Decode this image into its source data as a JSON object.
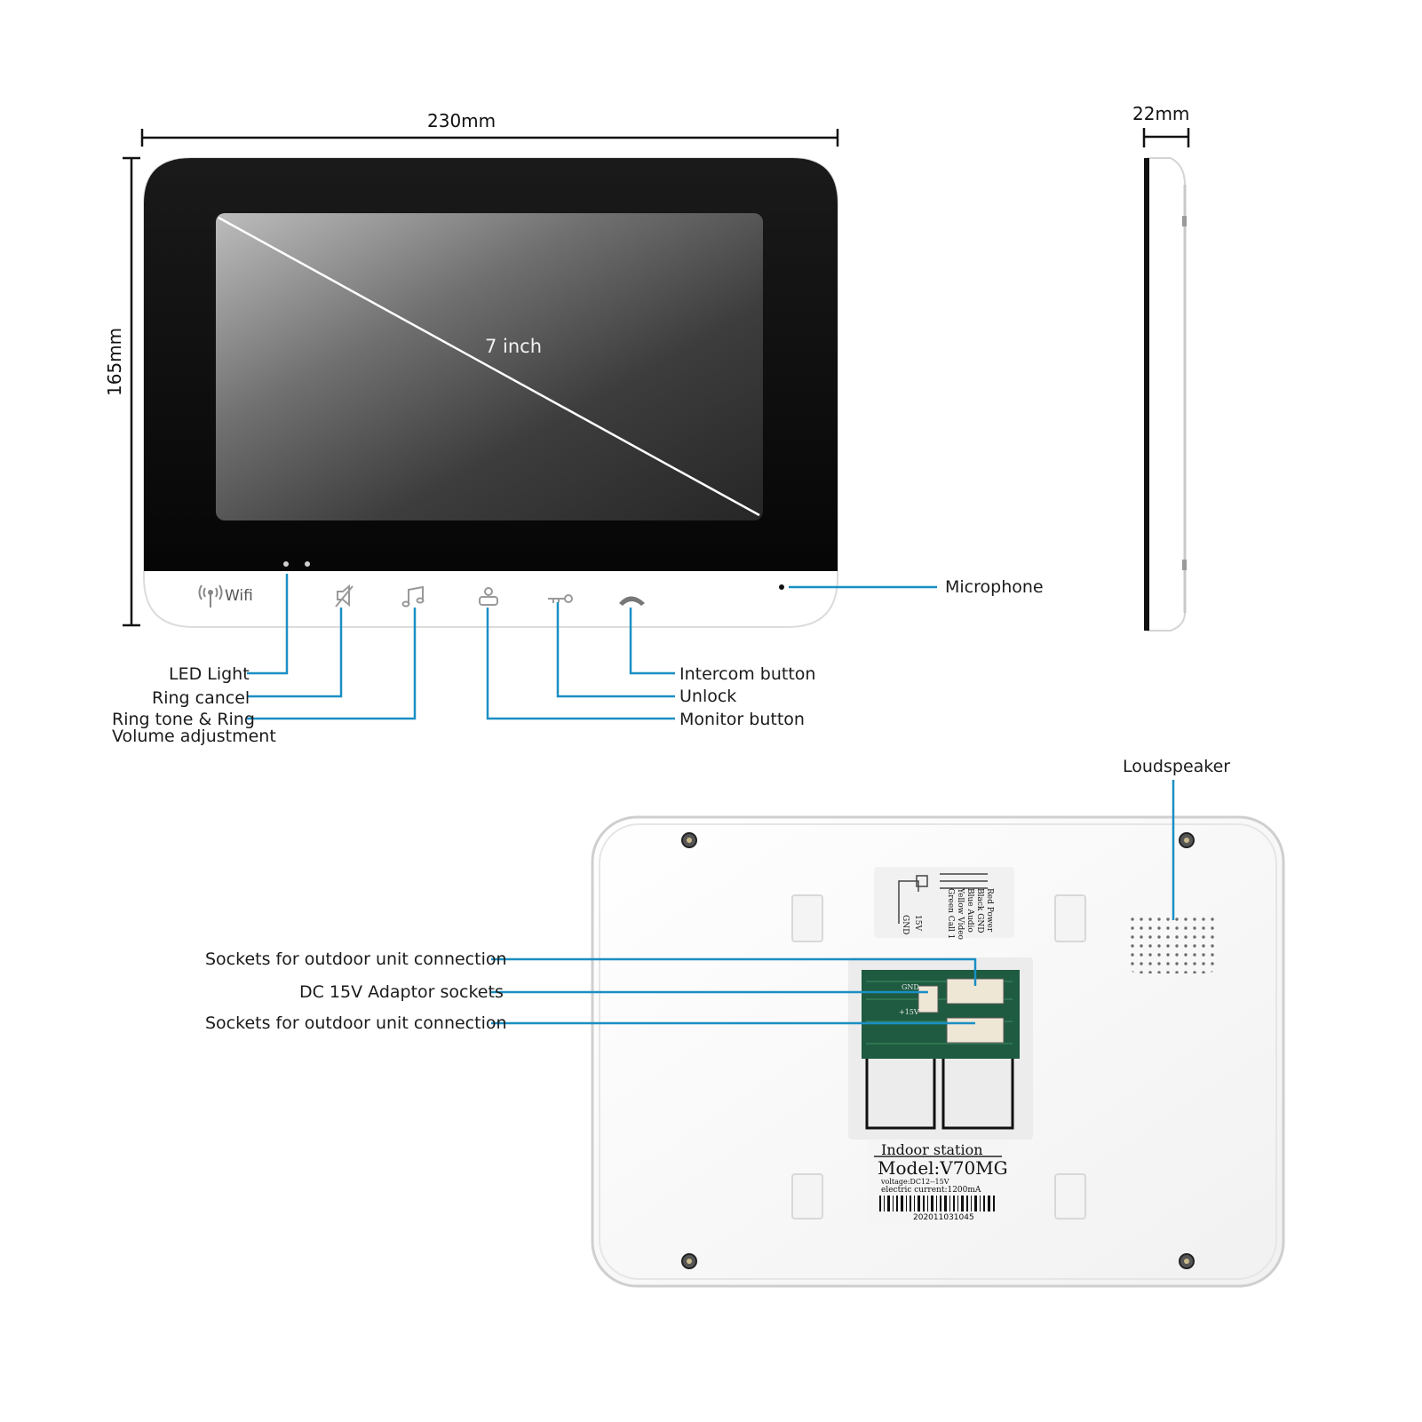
{
  "dimensions": {
    "width": "230mm",
    "height": "165mm",
    "depth": "22mm",
    "screen_size": "7 inch"
  },
  "front_panel": {
    "wifi_label": "Wifi",
    "icons": [
      "wifi-icon",
      "ring-cancel-icon",
      "music-note-icon",
      "monitor-icon",
      "key-icon",
      "phone-handset-icon"
    ]
  },
  "callouts_front": {
    "led_light": "LED Light",
    "ring_cancel": "Ring cancel",
    "ring_tone_line1": "Ring tone & Ring",
    "ring_tone_line2": "Volume adjustment",
    "intercom": "Intercom button",
    "unlock": "Unlock",
    "monitor": "Monitor button",
    "microphone": "Microphone"
  },
  "callouts_back": {
    "loudspeaker": "Loudspeaker",
    "sockets_outdoor_1": "Sockets for outdoor unit connection",
    "dc_adaptor": "DC 15V Adaptor sockets",
    "sockets_outdoor_2": "Sockets for outdoor unit connection"
  },
  "back_sticker": {
    "wiring_labels": [
      "Red  Power",
      "Black  GND",
      "Blue  Audio",
      "Yellow  Video",
      "Green  Call 1"
    ],
    "power_labels": [
      "15V",
      "GND"
    ],
    "board_labels": [
      "GND",
      "+15V"
    ]
  },
  "label": {
    "title": "Indoor station",
    "model": "Model:V70MG",
    "voltage": "voltage:DC12--15V",
    "current": "electric current:1200mA",
    "serial": "202011031045"
  },
  "colors": {
    "callout_line": "#1a8fc4",
    "bezel": "#0d0d0d",
    "panel": "#ffffff"
  }
}
